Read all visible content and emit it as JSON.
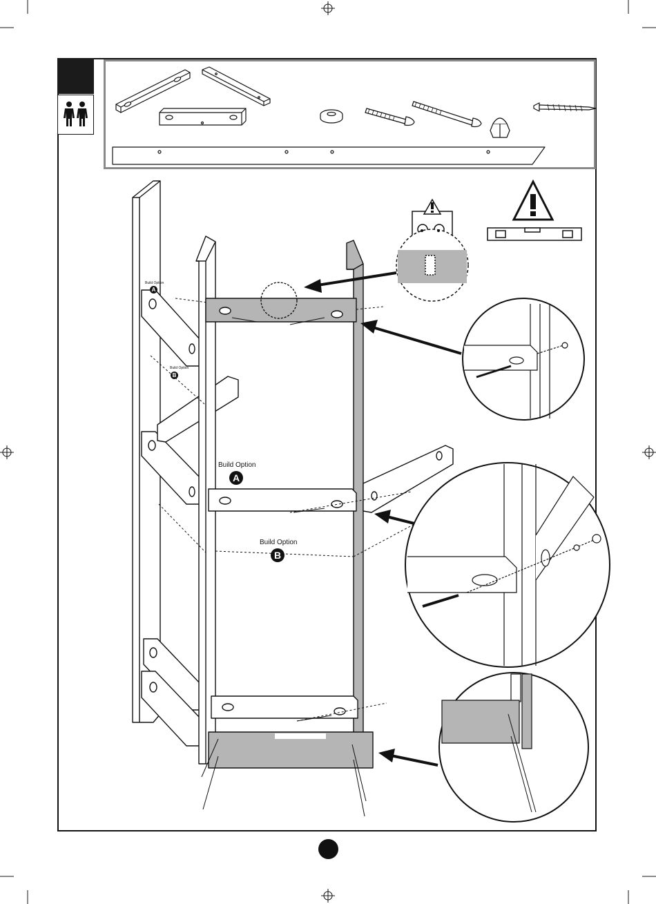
{
  "build_option": {
    "label": "Build Option",
    "option_a": "A",
    "option_b": "B"
  },
  "colors": {
    "ink": "#111111",
    "shaded_part": "#b5b5b5",
    "panel_border": "#8a8a8a",
    "step_block": "#1b1b1b"
  },
  "icons": {
    "people": "two-person-assembly-icon",
    "warning": "warning-triangle-icon",
    "level": "spirit-level-icon"
  }
}
